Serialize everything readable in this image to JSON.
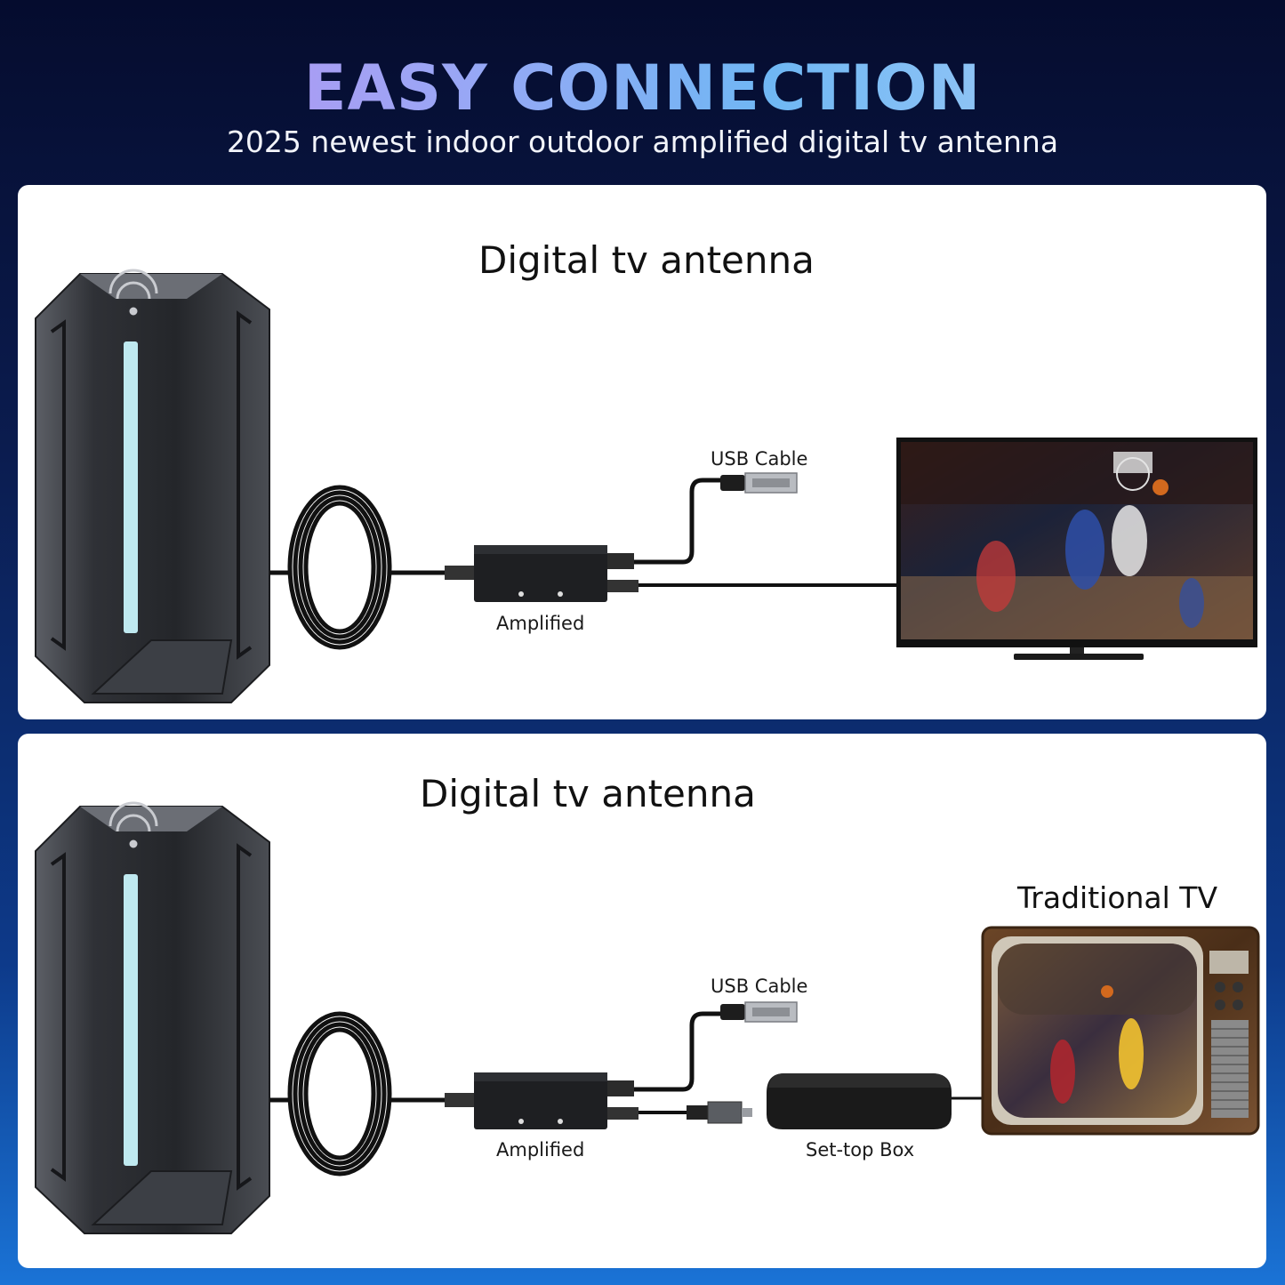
{
  "header": {
    "title": "EASY CONNECTION",
    "subtitle": "2025 newest indoor outdoor amplified digital tv antenna"
  },
  "panels": [
    {
      "title": "Digital tv antenna",
      "labels": {
        "usb": "USB Cable",
        "amplifier": "Amplified"
      },
      "display": "flat-screen TV showing a basketball game"
    },
    {
      "title": "Digital tv antenna",
      "labels": {
        "usb": "USB Cable",
        "amplifier": "Amplified",
        "settop": "Set-top Box",
        "tv": "Traditional TV"
      },
      "display": "vintage wood-cabinet TV showing a basketball game"
    }
  ],
  "colors": {
    "background_top": "#050c2e",
    "background_bottom": "#1a73d6",
    "antenna_body": "#2b2d31",
    "antenna_light": "#bfe9f0",
    "panel": "#ffffff"
  },
  "icons": [
    "wifi-signal-icon"
  ]
}
